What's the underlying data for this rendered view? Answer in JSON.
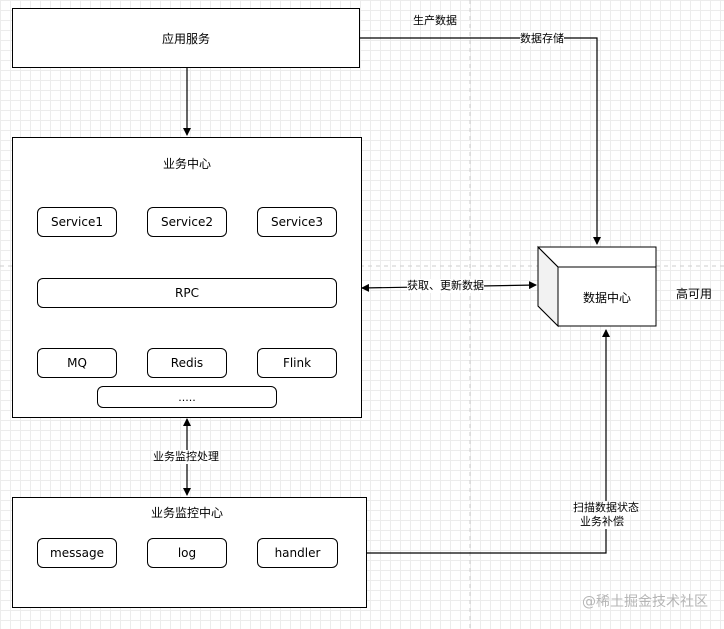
{
  "app_service": {
    "label": "应用服务"
  },
  "business_center": {
    "title": "业务中心",
    "services": [
      "Service1",
      "Service2",
      "Service3"
    ],
    "rpc": "RPC",
    "middleware": [
      "MQ",
      "Redis",
      "Flink"
    ],
    "more": "....."
  },
  "monitor_center": {
    "title": "业务监控中心",
    "items": [
      "message",
      "log",
      "handler"
    ]
  },
  "data_center": {
    "label": "数据中心",
    "side_label": "高可用"
  },
  "edges": {
    "produce": "生产数据",
    "store": "数据存储",
    "fetch_update": "获取、更新数据",
    "monitor_process": "业务监控处理",
    "scan_state": "扫描数据状态",
    "compensate": "业务补偿"
  },
  "watermark": "@稀土掘金技术社区"
}
